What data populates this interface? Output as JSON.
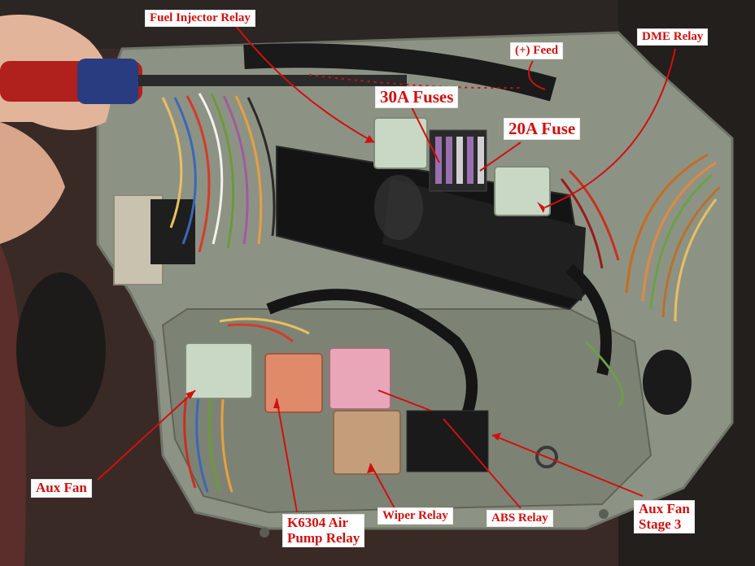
{
  "labels": {
    "fuel_injector_relay": "Fuel Injector Relay",
    "plus_feed": "(+) Feed",
    "dme_relay": "DME Relay",
    "fuses_30a": "30A Fuses",
    "fuse_20a": "20A Fuse",
    "aux_fan": "Aux Fan",
    "k6304_line1": "K6304 Air",
    "k6304_line2": "Pump Relay",
    "wiper_relay": "Wiper Relay",
    "abs_relay": "ABS Relay",
    "aux_fan_stage3_line1": "Aux Fan",
    "aux_fan_stage3_line2": "Stage 3"
  },
  "colors": {
    "annotation_red": "#d01010",
    "relay_green": "#c9d8c4",
    "relay_salmon": "#e08a6a",
    "relay_pink": "#e8a6b8",
    "relay_tan": "#c49e7a",
    "housing_gray": "#8d9384"
  }
}
